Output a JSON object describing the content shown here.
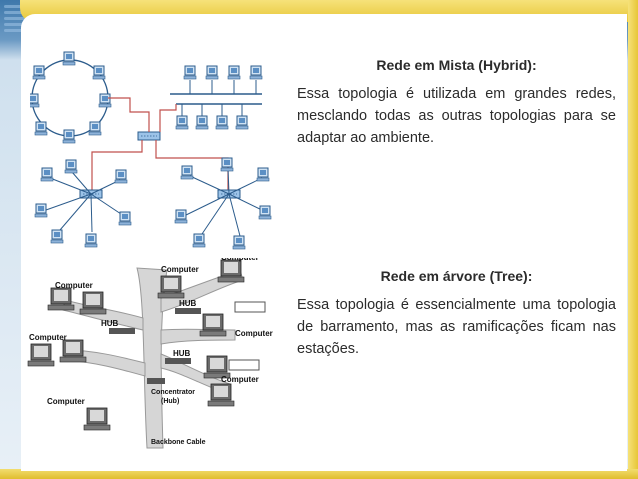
{
  "sections": [
    {
      "title": "Rede em Mista (Hybrid):",
      "body": "Essa topologia é utilizada em grandes redes, mesclando todas as outras topologias para se adaptar ao ambiente."
    },
    {
      "title": "Rede em árvore (Tree):",
      "body": "Essa topologia é essencialmente uma topologia de barramento, mas as ramificações ficam nas estações."
    }
  ],
  "tree_diagram": {
    "labels": {
      "computer": "Computer",
      "hub": "HUB",
      "concentrator": "Concentrator",
      "concentrator_sub": "(Hub)",
      "backbone": "Backbone Cable"
    }
  }
}
